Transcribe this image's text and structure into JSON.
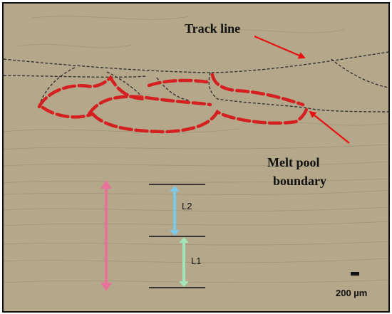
{
  "labels": {
    "track_line": "Track line",
    "melt_pool_line1": "Melt pool",
    "melt_pool_line2": "boundary",
    "l2": "L2",
    "l1": "L1",
    "scale_bar": "200 µm"
  },
  "colors": {
    "background": "#b5a88a",
    "track_line": "#333333",
    "melt_pool_boundary": "#d42020",
    "arrow_annotation": "#e81010",
    "pink_arrow": "#e8739a",
    "blue_arrow": "#7cc8e8",
    "green_arrow": "#a0e6b8"
  }
}
